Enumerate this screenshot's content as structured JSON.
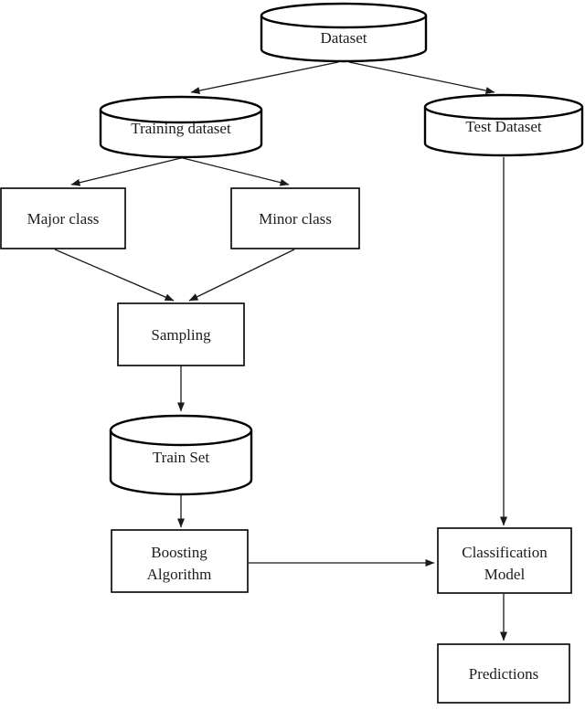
{
  "diagram": {
    "background_color": "#ffffff",
    "line_color": "#1a1a1a",
    "text_color": "#1c1c1c",
    "nodes": {
      "dataset": {
        "label": "Dataset",
        "shape": "cylinder"
      },
      "training_dataset": {
        "label": "Training dataset",
        "shape": "cylinder"
      },
      "test_dataset": {
        "label": "Test Dataset",
        "shape": "cylinder"
      },
      "major_class": {
        "label": "Major class",
        "shape": "rectangle"
      },
      "minor_class": {
        "label": "Minor class",
        "shape": "rectangle"
      },
      "sampling": {
        "label": "Sampling",
        "shape": "rectangle"
      },
      "train_set": {
        "label": "Train Set",
        "shape": "cylinder"
      },
      "boosting_algorithm": {
        "label": "Boosting Algorithm",
        "label_line1": "Boosting",
        "label_line2": "Algorithm",
        "shape": "rectangle"
      },
      "classification_model": {
        "label": "Classification Model",
        "label_line1": "Classification",
        "label_line2": "Model",
        "shape": "rectangle"
      },
      "predictions": {
        "label": "Predictions",
        "shape": "rectangle"
      }
    },
    "edges": [
      {
        "from": "dataset",
        "to": "training_dataset"
      },
      {
        "from": "dataset",
        "to": "test_dataset"
      },
      {
        "from": "training_dataset",
        "to": "major_class"
      },
      {
        "from": "training_dataset",
        "to": "minor_class"
      },
      {
        "from": "major_class",
        "to": "sampling"
      },
      {
        "from": "minor_class",
        "to": "sampling"
      },
      {
        "from": "sampling",
        "to": "train_set"
      },
      {
        "from": "train_set",
        "to": "boosting_algorithm"
      },
      {
        "from": "boosting_algorithm",
        "to": "classification_model"
      },
      {
        "from": "test_dataset",
        "to": "classification_model"
      },
      {
        "from": "classification_model",
        "to": "predictions"
      }
    ]
  }
}
